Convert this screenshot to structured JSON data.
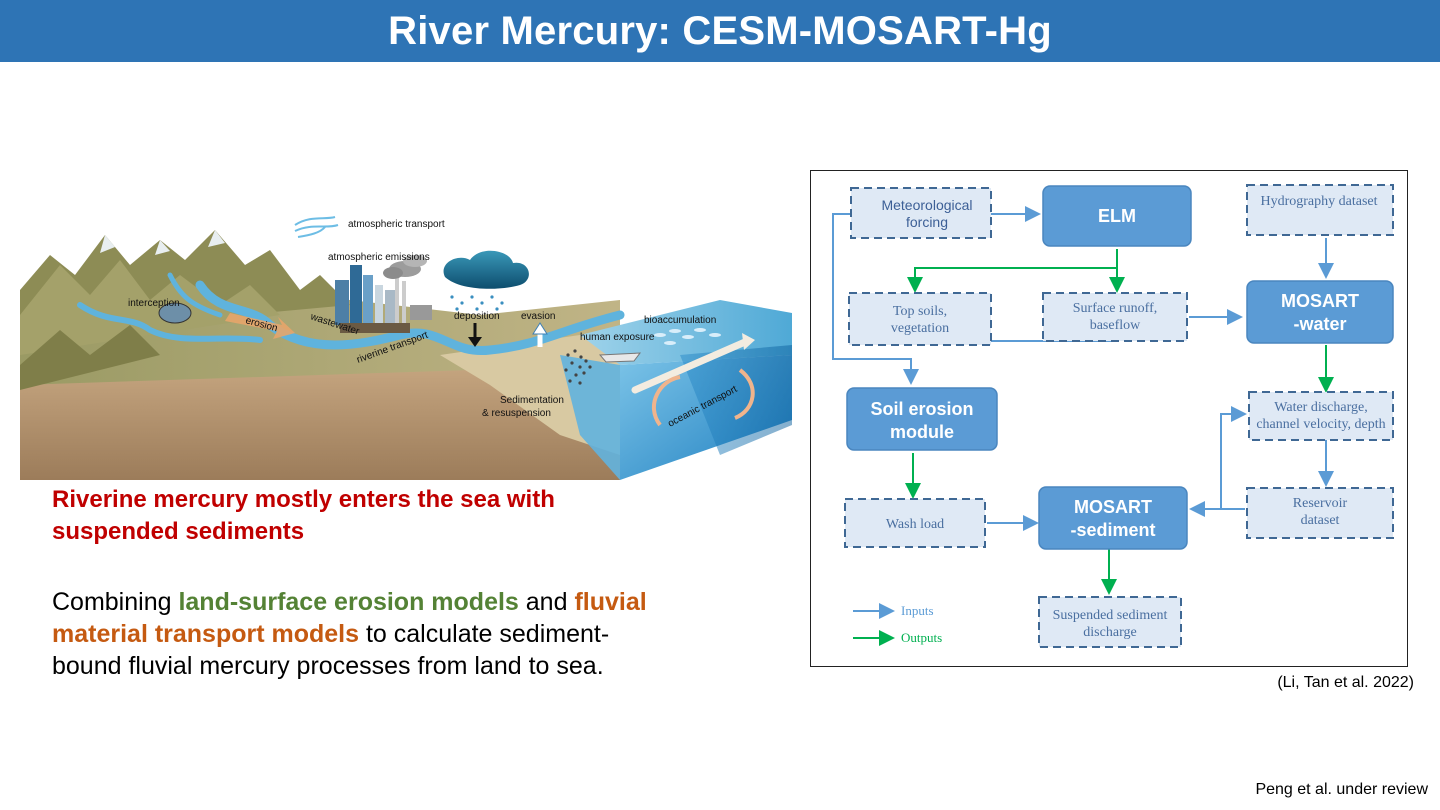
{
  "title": "River Mercury: CESM-MOSART-Hg",
  "illustration": {
    "labels": {
      "atmospheric_transport": "atmospheric transport",
      "atmospheric_emissions": "atmospheric emissions",
      "interception": "interception",
      "erosion": "erosion",
      "wastewater": "wastewater",
      "riverine_transport": "riverine transport",
      "deposition": "deposition",
      "evasion": "evasion",
      "human_exposure": "human exposure",
      "bioaccumulation": "bioaccumulation",
      "sedimentation_line1": "Sedimentation",
      "sedimentation_line2": "& resuspension",
      "oceanic_transport": "oceanic transport"
    }
  },
  "text": {
    "headline_line1": "Riverine mercury mostly enters the sea with",
    "headline_line2": "suspended sediments",
    "body_prefix": "Combining ",
    "body_green": "land-surface erosion models",
    "body_and": " and ",
    "body_orange": "fluvial material transport models",
    "body_suffix": " to calculate sediment-bound fluvial mercury processes from land to sea."
  },
  "flowchart": {
    "nodes": {
      "met_line1": "Meteorological",
      "met_line2": "forcing",
      "elm": "ELM",
      "hydro": "Hydrography dataset",
      "topsoil_line1": "Top soils,",
      "topsoil_line2": "vegetation",
      "runoff_line1": "Surface runoff,",
      "runoff_line2": "baseflow",
      "mosart_water_line1": "MOSART",
      "mosart_water_line2": "-water",
      "soil_erosion_line1": "Soil erosion",
      "soil_erosion_line2": "module",
      "water_discharge_line1": "Water discharge,",
      "water_discharge_line2": "channel velocity, depth",
      "wash_load": "Wash load",
      "mosart_sediment_line1": "MOSART",
      "mosart_sediment_line2": "-sediment",
      "reservoir_line1": "Reservoir",
      "reservoir_line2": "dataset",
      "suspended_line1": "Suspended sediment",
      "suspended_line2": "discharge"
    },
    "legend": {
      "inputs": "Inputs",
      "outputs": "Outputs"
    },
    "colors": {
      "input_arrow": "#5b9bd5",
      "output_arrow": "#00b050",
      "solid_box": "#5b9bd5",
      "dashed_fill": "#dfe9f5"
    }
  },
  "citations": {
    "flowchart": "(Li, Tan et al. 2022)",
    "slide": "Peng et al. under review"
  }
}
